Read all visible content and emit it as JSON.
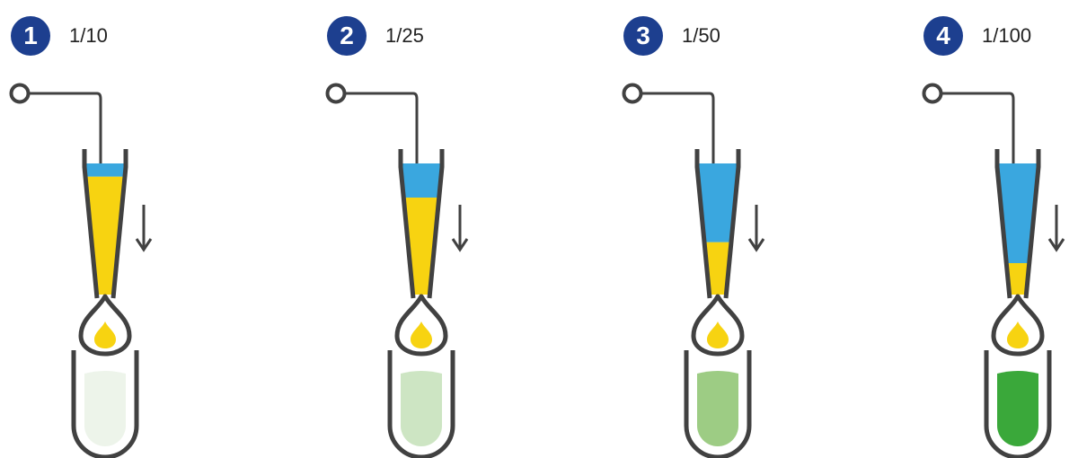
{
  "colors": {
    "badge": "#1d3f8f",
    "outline": "#414141",
    "buffer_blue": "#3aa7df",
    "sample_yellow": "#f7d311"
  },
  "steps": [
    {
      "number": "1",
      "ratio": "1/10",
      "yellow_fraction": 0.9,
      "tube_fill_color": "#edf4ea"
    },
    {
      "number": "2",
      "ratio": "1/25",
      "yellow_fraction": 0.74,
      "tube_fill_color": "#cde5c3"
    },
    {
      "number": "3",
      "ratio": "1/50",
      "yellow_fraction": 0.4,
      "tube_fill_color": "#9dcc84"
    },
    {
      "number": "4",
      "ratio": "1/100",
      "yellow_fraction": 0.24,
      "tube_fill_color": "#3aa83a"
    }
  ]
}
